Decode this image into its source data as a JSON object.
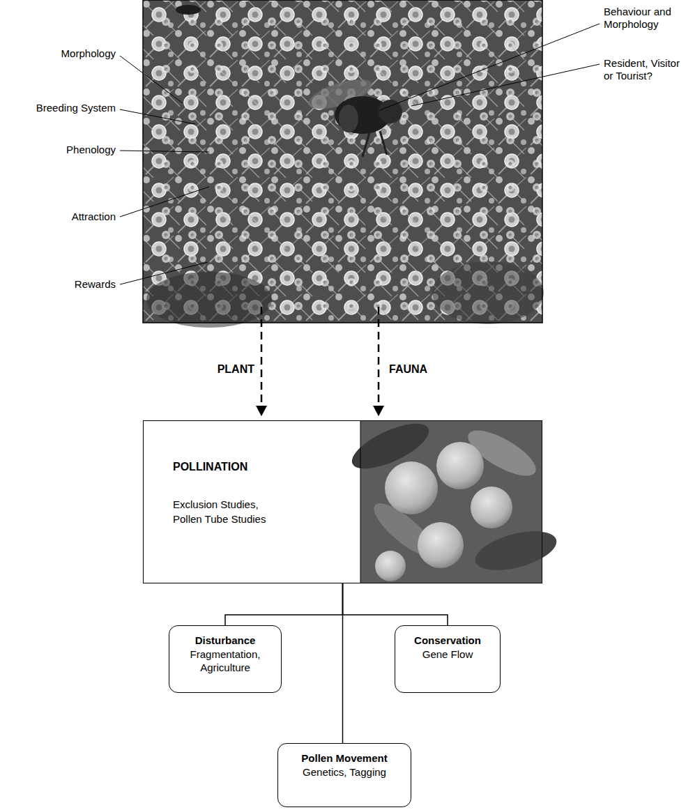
{
  "diagram": {
    "nodes": [
      {
        "text": [
          "POLLINATION",
          "Exclusion Studies, Pollen Tube Studies"
        ]
      },
      {
        "text": [
          "Disturbance",
          "Fragmentation, Agriculture"
        ]
      },
      {
        "text": [
          "Conservation",
          "Gene Flow"
        ]
      },
      {
        "text": [
          "Pollen Movement",
          "Genetics, Tagging"
        ]
      }
    ],
    "edges": [
      {
        "from": 0,
        "to": 1,
        "arrow": "none"
      },
      {
        "from": 0,
        "to": 2,
        "arrow": "none"
      },
      {
        "from": 0,
        "to": 3,
        "arrow": "none"
      }
    ],
    "labels": [
      "Morphology",
      "Breeding System",
      "Phenology",
      "Attraction",
      "Rewards",
      "Behaviour and Morphology",
      "Resident, Visitor or Tourist?",
      "PLANT",
      "FAUNA"
    ]
  }
}
